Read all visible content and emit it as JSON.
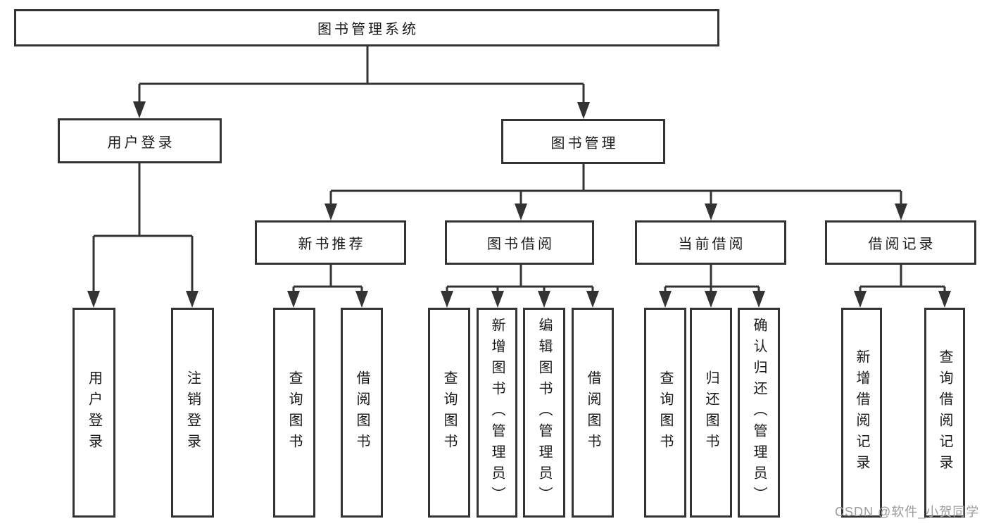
{
  "tree": {
    "root": {
      "label": "图书管理系统",
      "children": [
        {
          "label": "用户登录",
          "children": [
            {
              "label": "用户登录"
            },
            {
              "label": "注销登录"
            }
          ]
        },
        {
          "label": "图书管理",
          "children": [
            {
              "label": "新书推荐",
              "children": [
                {
                  "label": "查询图书"
                },
                {
                  "label": "借阅图书"
                }
              ]
            },
            {
              "label": "图书借阅",
              "children": [
                {
                  "label": "查询图书"
                },
                {
                  "label": "新增图书（管理员）"
                },
                {
                  "label": "编辑图书（管理员）"
                },
                {
                  "label": "借阅图书"
                }
              ]
            },
            {
              "label": "当前借阅",
              "children": [
                {
                  "label": "查询图书"
                },
                {
                  "label": "归还图书"
                },
                {
                  "label": "确认归还（管理员）"
                }
              ]
            },
            {
              "label": "借阅记录",
              "children": [
                {
                  "label": "新增借阅记录"
                },
                {
                  "label": "查询借阅记录"
                }
              ]
            }
          ]
        }
      ]
    }
  },
  "watermark": "CSDN @软件_小贺同学",
  "colors": {
    "line": "#333333",
    "text": "#1a1a1a",
    "watermark": "#9c9c9c",
    "background": "#ffffff"
  }
}
